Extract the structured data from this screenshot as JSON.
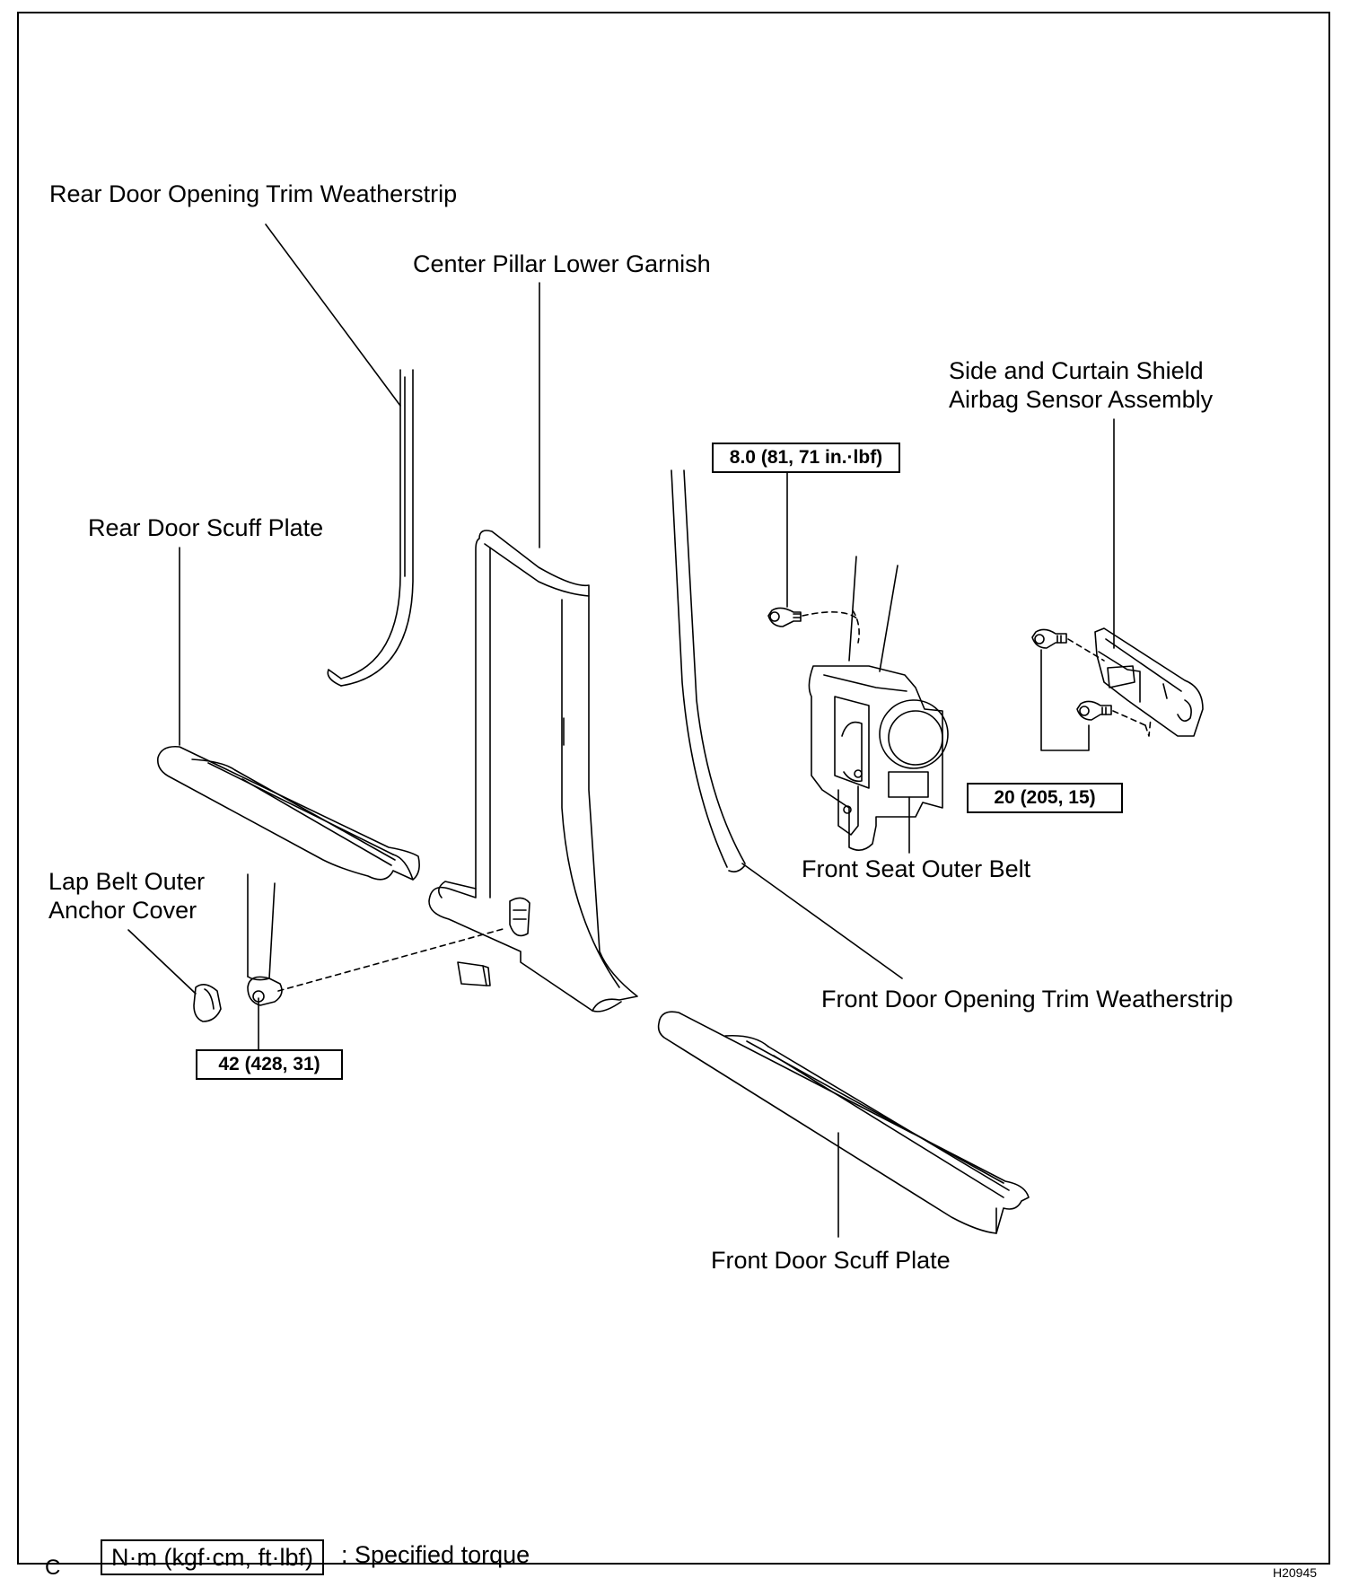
{
  "labels": {
    "rear_weatherstrip": "Rear Door Opening Trim Weatherstrip",
    "center_pillar": "Center Pillar Lower Garnish",
    "airbag_sensor_line1": "Side and Curtain Shield",
    "airbag_sensor_line2": "Airbag Sensor Assembly",
    "rear_scuff": "Rear Door Scuff Plate",
    "lap_belt_line1": "Lap Belt Outer",
    "lap_belt_line2": "Anchor Cover",
    "front_seat_belt": "Front Seat Outer Belt",
    "front_weatherstrip": "Front Door Opening Trim Weatherstrip",
    "front_scuff": "Front Door Scuff Plate"
  },
  "torques": {
    "belt_bolt": "8.0 (81, 71 in.·lbf)",
    "sensor_bolts": "20 (205, 15)",
    "anchor_bolt": "42 (428, 31)"
  },
  "legend": {
    "unit_box": "N·m (kgf·cm, ft·lbf)",
    "text": ": Specified torque"
  },
  "footer": {
    "corner_letter": "C",
    "figure_id": "H20945"
  }
}
